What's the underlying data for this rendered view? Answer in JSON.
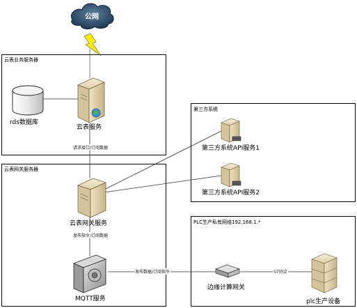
{
  "regions": {
    "business_server": "云表业务服务器",
    "gateway_server": "云表网关服务器",
    "third_party": "第三方系统",
    "plc_network": "PLC生产私有网络192.168.1.*"
  },
  "nodes": {
    "cloud": "公网",
    "database": "rds数据库",
    "cloud_service": "云表服务",
    "gateway_service": "云表网关服务",
    "third_party_1": "第三方系统API服务1",
    "third_party_2": "第三方系统API服务2",
    "mqtt": "MQTT服务",
    "edge_gateway": "边缘计算网关",
    "plc_device": "plc生产设备"
  },
  "edges": {
    "request_subscribe": "请求接口/订阅数据",
    "publish_subscribe": "发布指令/订阅数据",
    "publish_data": "发布数据/订阅指令",
    "s7_protocol": "S7协议"
  }
}
